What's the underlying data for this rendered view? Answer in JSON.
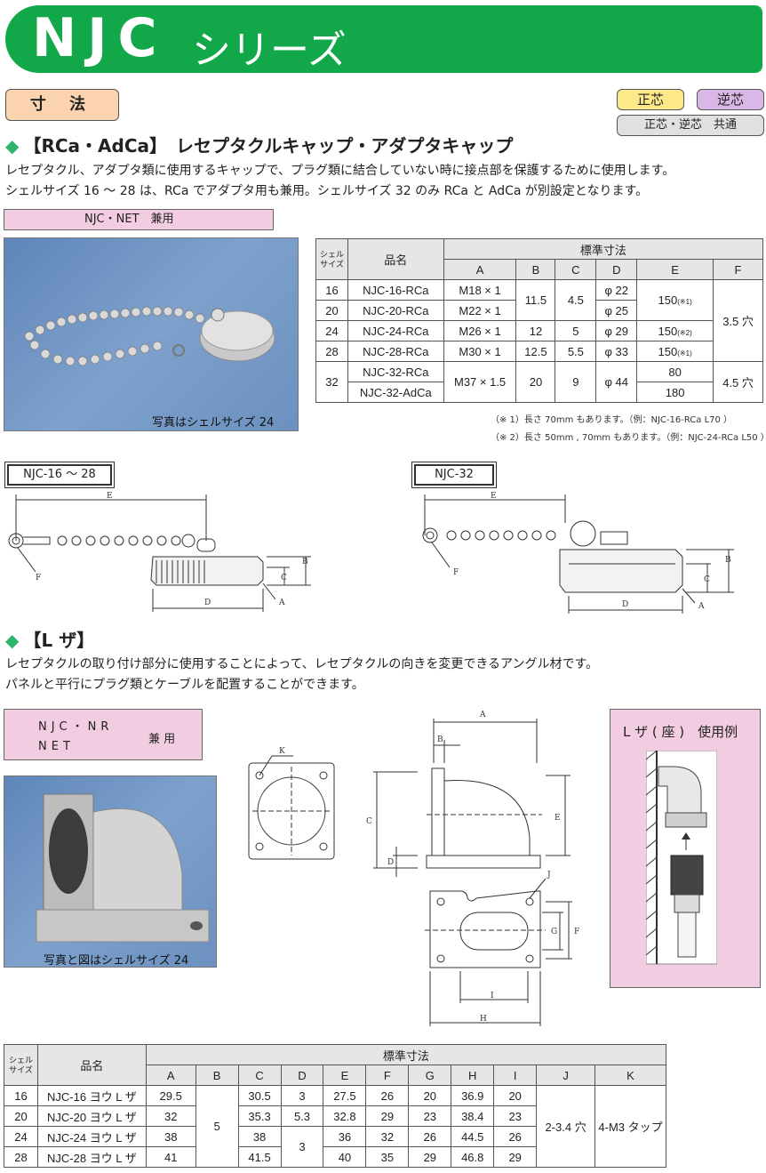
{
  "header": {
    "title_main": "NJC",
    "title_sub": "シリーズ"
  },
  "section_label": "寸 法",
  "badges": {
    "shoshin": "正芯",
    "gyakushin": "逆芯",
    "common": "正芯・逆芯　共通"
  },
  "rca": {
    "title": "【RCa・AdCa】　レセプタクルキャップ・アダプタキャップ",
    "desc1": "レセプタクル、アダプタ類に使用するキャップで、プラグ類に結合していない時に接点部を保護するために使用します。",
    "desc2": "シェルサイズ 16 ～ 28 は、RCa でアダプタ用も兼用。シェルサイズ 32 のみ RCa と AdCa が別設定となります。",
    "compat": "NJC・NET　兼用",
    "photo_caption": "写真はシェルサイズ 24",
    "table": {
      "h_shell": "シェル サイズ",
      "h_name": "品名",
      "h_std": "標準寸法",
      "cols": [
        "A",
        "B",
        "C",
        "D",
        "E",
        "F"
      ],
      "rows": [
        {
          "shell": "16",
          "name": "NJC-16-RCa",
          "A": "M18 × 1",
          "D": "φ 22"
        },
        {
          "shell": "20",
          "name": "NJC-20-RCa",
          "A": "M22 × 1",
          "D": "φ 25"
        },
        {
          "shell": "24",
          "name": "NJC-24-RCa",
          "A": "M26 × 1",
          "B": "12",
          "C": "5",
          "D": "φ 29"
        },
        {
          "shell": "28",
          "name": "NJC-28-RCa",
          "A": "M30 × 1",
          "B": "12.5",
          "C": "5.5",
          "D": "φ 33"
        },
        {
          "shell": "32",
          "name": "NJC-32-RCa",
          "A": "M37 × 1.5",
          "B": "20",
          "C": "9",
          "D": "φ 44",
          "E": "80"
        },
        {
          "name": "NJC-32-AdCa",
          "E": "180"
        }
      ],
      "b_16_20": "11.5",
      "c_16_20": "4.5",
      "e_16_20": "150",
      "e_16_20_note": "(※1)",
      "e_24": "150",
      "e_24_note": "(※2)",
      "e_28": "150",
      "e_28_note": "(※1)",
      "f_16_28": "3.5 穴",
      "f_32": "4.5 穴"
    },
    "note1": "（※ 1）長さ 70mm もあります。（例：NJC-16-RCa L70 ）",
    "note2": "（※ 2）長さ 50mm , 70mm もあります。（例：NJC-24-RCa L50 ）",
    "draw1_label": "NJC-16 ～ 28",
    "draw2_label": "NJC-32",
    "dims": {
      "E": "E",
      "F": "F",
      "C": "C",
      "B": "B",
      "D": "D",
      "A": "A"
    }
  },
  "lza": {
    "title": "【L ザ】",
    "desc1": "レセプタクルの取り付け部分に使用することによって、レセプタクルの向きを変更できるアングル材です。",
    "desc2": "パネルと平行にプラグ類とケーブルを配置することができます。",
    "compat1": "NJC・NR",
    "compat2": "NET",
    "compat3": "兼 用",
    "photo_caption": "写真と図はシェルサイズ 24",
    "usage_title": "L ザ ( 座 )　使用例",
    "dims": {
      "A": "A",
      "B": "B",
      "C": "C",
      "D": "D",
      "E": "E",
      "F": "F",
      "G": "G",
      "H": "H",
      "I": "I",
      "J": "J",
      "K": "K"
    },
    "table": {
      "h_shell": "シェル サイズ",
      "h_name": "品名",
      "h_std": "標準寸法",
      "cols": [
        "A",
        "B",
        "C",
        "D",
        "E",
        "F",
        "G",
        "H",
        "I",
        "J",
        "K"
      ],
      "rows": [
        {
          "shell": "16",
          "name": "NJC-16 ヨウ L ザ",
          "A": "29.5",
          "C": "30.5",
          "D": "3",
          "E": "27.5",
          "F": "26",
          "G": "20",
          "H": "36.9",
          "I": "20"
        },
        {
          "shell": "20",
          "name": "NJC-20 ヨウ L ザ",
          "A": "32",
          "C": "35.3",
          "D": "5.3",
          "E": "32.8",
          "F": "29",
          "G": "23",
          "H": "38.4",
          "I": "23"
        },
        {
          "shell": "24",
          "name": "NJC-24 ヨウ L ザ",
          "A": "38",
          "C": "38",
          "E": "36",
          "F": "32",
          "G": "26",
          "H": "44.5",
          "I": "26"
        },
        {
          "shell": "28",
          "name": "NJC-28 ヨウ L ザ",
          "A": "41",
          "C": "41.5",
          "E": "40",
          "F": "35",
          "G": "29",
          "H": "46.8",
          "I": "29"
        }
      ],
      "b_all": "5",
      "d_24_28": "3",
      "j_all": "2-3.4 穴",
      "k_all": "4-M3 タップ"
    }
  },
  "colors": {
    "green": "#12a84a",
    "peach": "#fbd3b0",
    "yellow": "#fde98a",
    "lavender": "#d9b8e8",
    "pink": "#f2cce0"
  }
}
